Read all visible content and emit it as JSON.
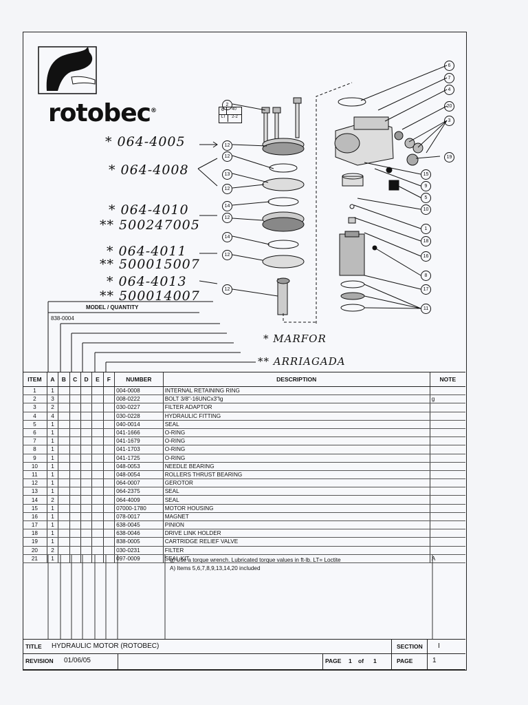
{
  "brand": {
    "name": "rotobec",
    "mark": "®"
  },
  "torque_box": {
    "top": "40",
    "bottom_left": "LT",
    "bottom_right": "2-2"
  },
  "handwritten_notes": [
    "* 064-4005",
    "* 064-4008",
    "* 064-4010",
    "** 500247005",
    "* 064-4011",
    "** 500015007",
    "* 064-4013",
    "** 500014007"
  ],
  "legend_notes": [
    "* MARFOR",
    "** ARRIAGADA"
  ],
  "callouts_left": [
    "2",
    "12",
    "12",
    "13",
    "12",
    "14",
    "12",
    "14",
    "12",
    "12"
  ],
  "callouts_right": [
    "6",
    "7",
    "4",
    "20",
    "3",
    "19",
    "15",
    "9",
    "5",
    "10",
    "1",
    "18",
    "16",
    "8",
    "17",
    "11"
  ],
  "model_quantity": {
    "label": "MODEL / QUANTITY",
    "model": "838-0004"
  },
  "table": {
    "headers": [
      "ITEM",
      "A",
      "B",
      "C",
      "D",
      "E",
      "F",
      "NUMBER",
      "DESCRIPTION",
      "NOTE"
    ],
    "rows": [
      {
        "item": "1",
        "a": "1",
        "number": "004-0008",
        "desc": "INTERNAL RETAINING RING",
        "note": ""
      },
      {
        "item": "2",
        "a": "3",
        "number": "008-0222",
        "desc": "BOLT 3/8\"-16UNCx3\"lg",
        "note": "g"
      },
      {
        "item": "3",
        "a": "2",
        "number": "030-0227",
        "desc": "FILTER ADAPTOR",
        "note": ""
      },
      {
        "item": "4",
        "a": "4",
        "number": "030-0228",
        "desc": "HYDRAULIC FITTING",
        "note": ""
      },
      {
        "item": "5",
        "a": "1",
        "number": "040-0014",
        "desc": "SEAL",
        "note": ""
      },
      {
        "item": "6",
        "a": "1",
        "number": "041-1666",
        "desc": "O-RING",
        "note": ""
      },
      {
        "item": "7",
        "a": "1",
        "number": "041-1679",
        "desc": "O-RING",
        "note": ""
      },
      {
        "item": "8",
        "a": "1",
        "number": "041-1703",
        "desc": "O-RING",
        "note": ""
      },
      {
        "item": "9",
        "a": "1",
        "number": "041-1725",
        "desc": "O-RING",
        "note": ""
      },
      {
        "item": "10",
        "a": "1",
        "number": "048-0053",
        "desc": "NEEDLE BEARING",
        "note": ""
      },
      {
        "item": "11",
        "a": "1",
        "number": "048-0054",
        "desc": "ROLLERS THRUST BEARING",
        "note": ""
      },
      {
        "item": "12",
        "a": "1",
        "number": "064-0007",
        "desc": "GEROTOR",
        "note": ""
      },
      {
        "item": "13",
        "a": "1",
        "number": "064-2375",
        "desc": "SEAL",
        "note": ""
      },
      {
        "item": "14",
        "a": "2",
        "number": "064-4009",
        "desc": "SEAL",
        "note": ""
      },
      {
        "item": "15",
        "a": "1",
        "number": "07000-1780",
        "desc": "MOTOR HOUSING",
        "note": ""
      },
      {
        "item": "16",
        "a": "1",
        "number": "078-0017",
        "desc": "MAGNET",
        "note": ""
      },
      {
        "item": "17",
        "a": "1",
        "number": "638-0045",
        "desc": "PINION",
        "note": ""
      },
      {
        "item": "18",
        "a": "1",
        "number": "638-0046",
        "desc": "DRIVE LINK HOLDER",
        "note": ""
      },
      {
        "item": "19",
        "a": "1",
        "number": "838-0005",
        "desc": "CARTRIDGE RELIEF VALVE",
        "note": ""
      },
      {
        "item": "20",
        "a": "2",
        "number": "030-0231",
        "desc": "FILTER",
        "note": ""
      },
      {
        "item": "21",
        "a": "1",
        "number": "097-0009",
        "desc": "SEAL KIT",
        "note": "A"
      }
    ],
    "notes": [
      "g)    Use a torque wrench. Lubricated torque values in ft-lb. LT= Loctite",
      "A)    Items 5,6,7,8,9,13,14,20 included"
    ]
  },
  "footer": {
    "title_label": "TITLE",
    "title_value": "HYDRAULIC MOTOR (ROTOBEC)",
    "section_label": "SECTION",
    "section_value": "I",
    "revision_label": "REVISION",
    "revision_value": "01/06/05",
    "page_label": "PAGE",
    "page_num": "1",
    "of_label": "of",
    "page_total": "1",
    "page2_label": "PAGE",
    "page2_value": "1"
  }
}
